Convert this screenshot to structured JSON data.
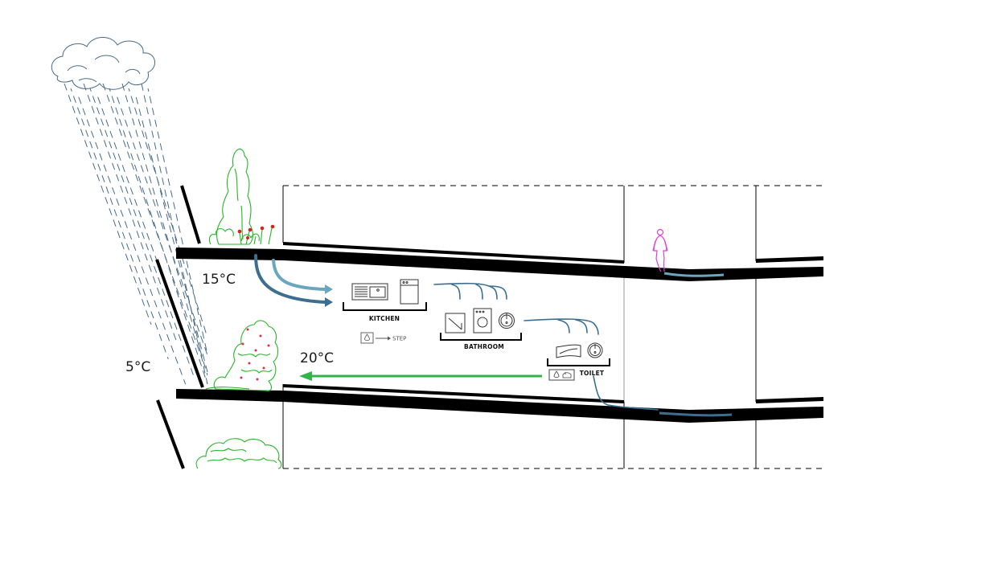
{
  "temperatures": {
    "roof": "15°C",
    "outside": "5°C",
    "inside": "20°C"
  },
  "rooms": {
    "kitchen": "KITCHEN",
    "bathroom": "BATHROOM",
    "toilet": "TOILET"
  },
  "legend": {
    "step": "STEP"
  },
  "colors": {
    "structure": "#000000",
    "water_dark": "#3c6f8f",
    "water_light": "#6aa7be",
    "heat_flow": "#33b34a",
    "vegetation": "#27b52b",
    "person": "#e23fd9",
    "rain": "#486c8a"
  },
  "icons": [
    "cloud-icon",
    "rain-icon",
    "tree-icon",
    "shrub-icon",
    "flower-icon",
    "person-icon",
    "sink-icon",
    "dishwasher-icon",
    "shower-icon",
    "washing-machine-icon",
    "washbasin-icon",
    "toilet-icon",
    "water-drop-icon"
  ]
}
